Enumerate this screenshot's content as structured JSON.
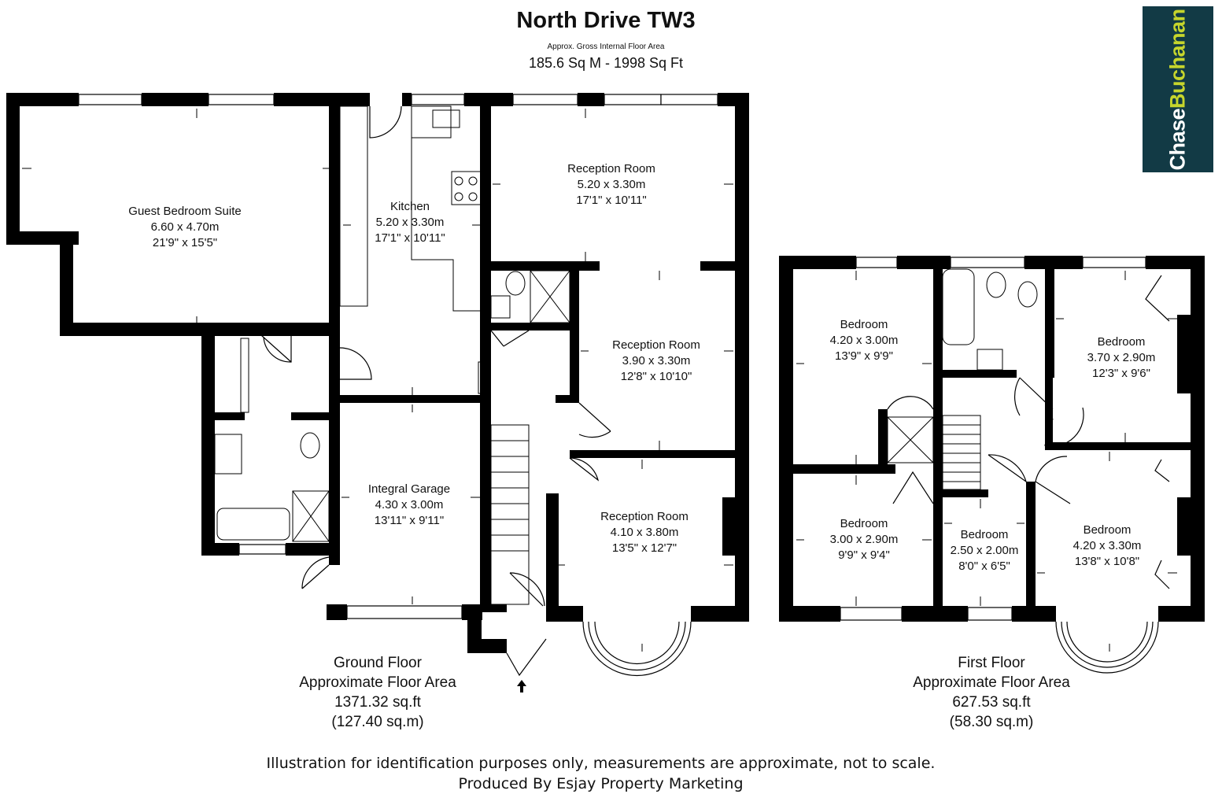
{
  "header": {
    "title": "North Drive TW3",
    "subtitle": "Approx. Gross Internal Floor Area",
    "total_area": "185.6 Sq M - 1998 Sq Ft"
  },
  "logo": {
    "part1": "Chase",
    "part2": "Buchanan",
    "bg": "#123a45",
    "accent": "#c6d52c"
  },
  "ground_floor": {
    "rooms": [
      {
        "name": "Guest Bedroom Suite",
        "metric": "6.60 x 4.70m",
        "imperial": "21'9\" x 15'5\""
      },
      {
        "name": "Kitchen",
        "metric": "5.20 x 3.30m",
        "imperial": "17'1\" x 10'11\""
      },
      {
        "name": "Reception Room",
        "metric": "5.20 x 3.30m",
        "imperial": "17'1\" x 10'11\""
      },
      {
        "name": "Reception Room",
        "metric": "3.90 x 3.30m",
        "imperial": "12'8\" x 10'10\""
      },
      {
        "name": "Integral Garage",
        "metric": "4.30 x 3.00m",
        "imperial": "13'11\" x 9'11\""
      },
      {
        "name": "Reception Room",
        "metric": "4.10 x 3.80m",
        "imperial": "13'5\" x 12'7\""
      }
    ],
    "caption": {
      "name": "Ground Floor",
      "label": "Approximate Floor Area",
      "sqft": "1371.32 sq.ft",
      "sqm": "(127.40 sq.m)"
    }
  },
  "first_floor": {
    "rooms": [
      {
        "name": "Bedroom",
        "metric": "4.20 x 3.00m",
        "imperial": "13'9\" x 9'9\""
      },
      {
        "name": "Bedroom",
        "metric": "3.70 x 2.90m",
        "imperial": "12'3\" x 9'6\""
      },
      {
        "name": "Bedroom",
        "metric": "3.00 x 2.90m",
        "imperial": "9'9\" x 9'4\""
      },
      {
        "name": "Bedroom",
        "metric": "2.50 x 2.00m",
        "imperial": "8'0\" x 6'5\""
      },
      {
        "name": "Bedroom",
        "metric": "4.20 x 3.30m",
        "imperial": "13'8\" x 10'8\""
      }
    ],
    "caption": {
      "name": "First Floor",
      "label": "Approximate Floor Area",
      "sqft": "627.53 sq.ft",
      "sqm": "(58.30 sq.m)"
    }
  },
  "footer": {
    "line1": "Illustration for identification purposes only, measurements are approximate, not to scale.",
    "line2": "Produced By Esjay Property Marketing"
  }
}
